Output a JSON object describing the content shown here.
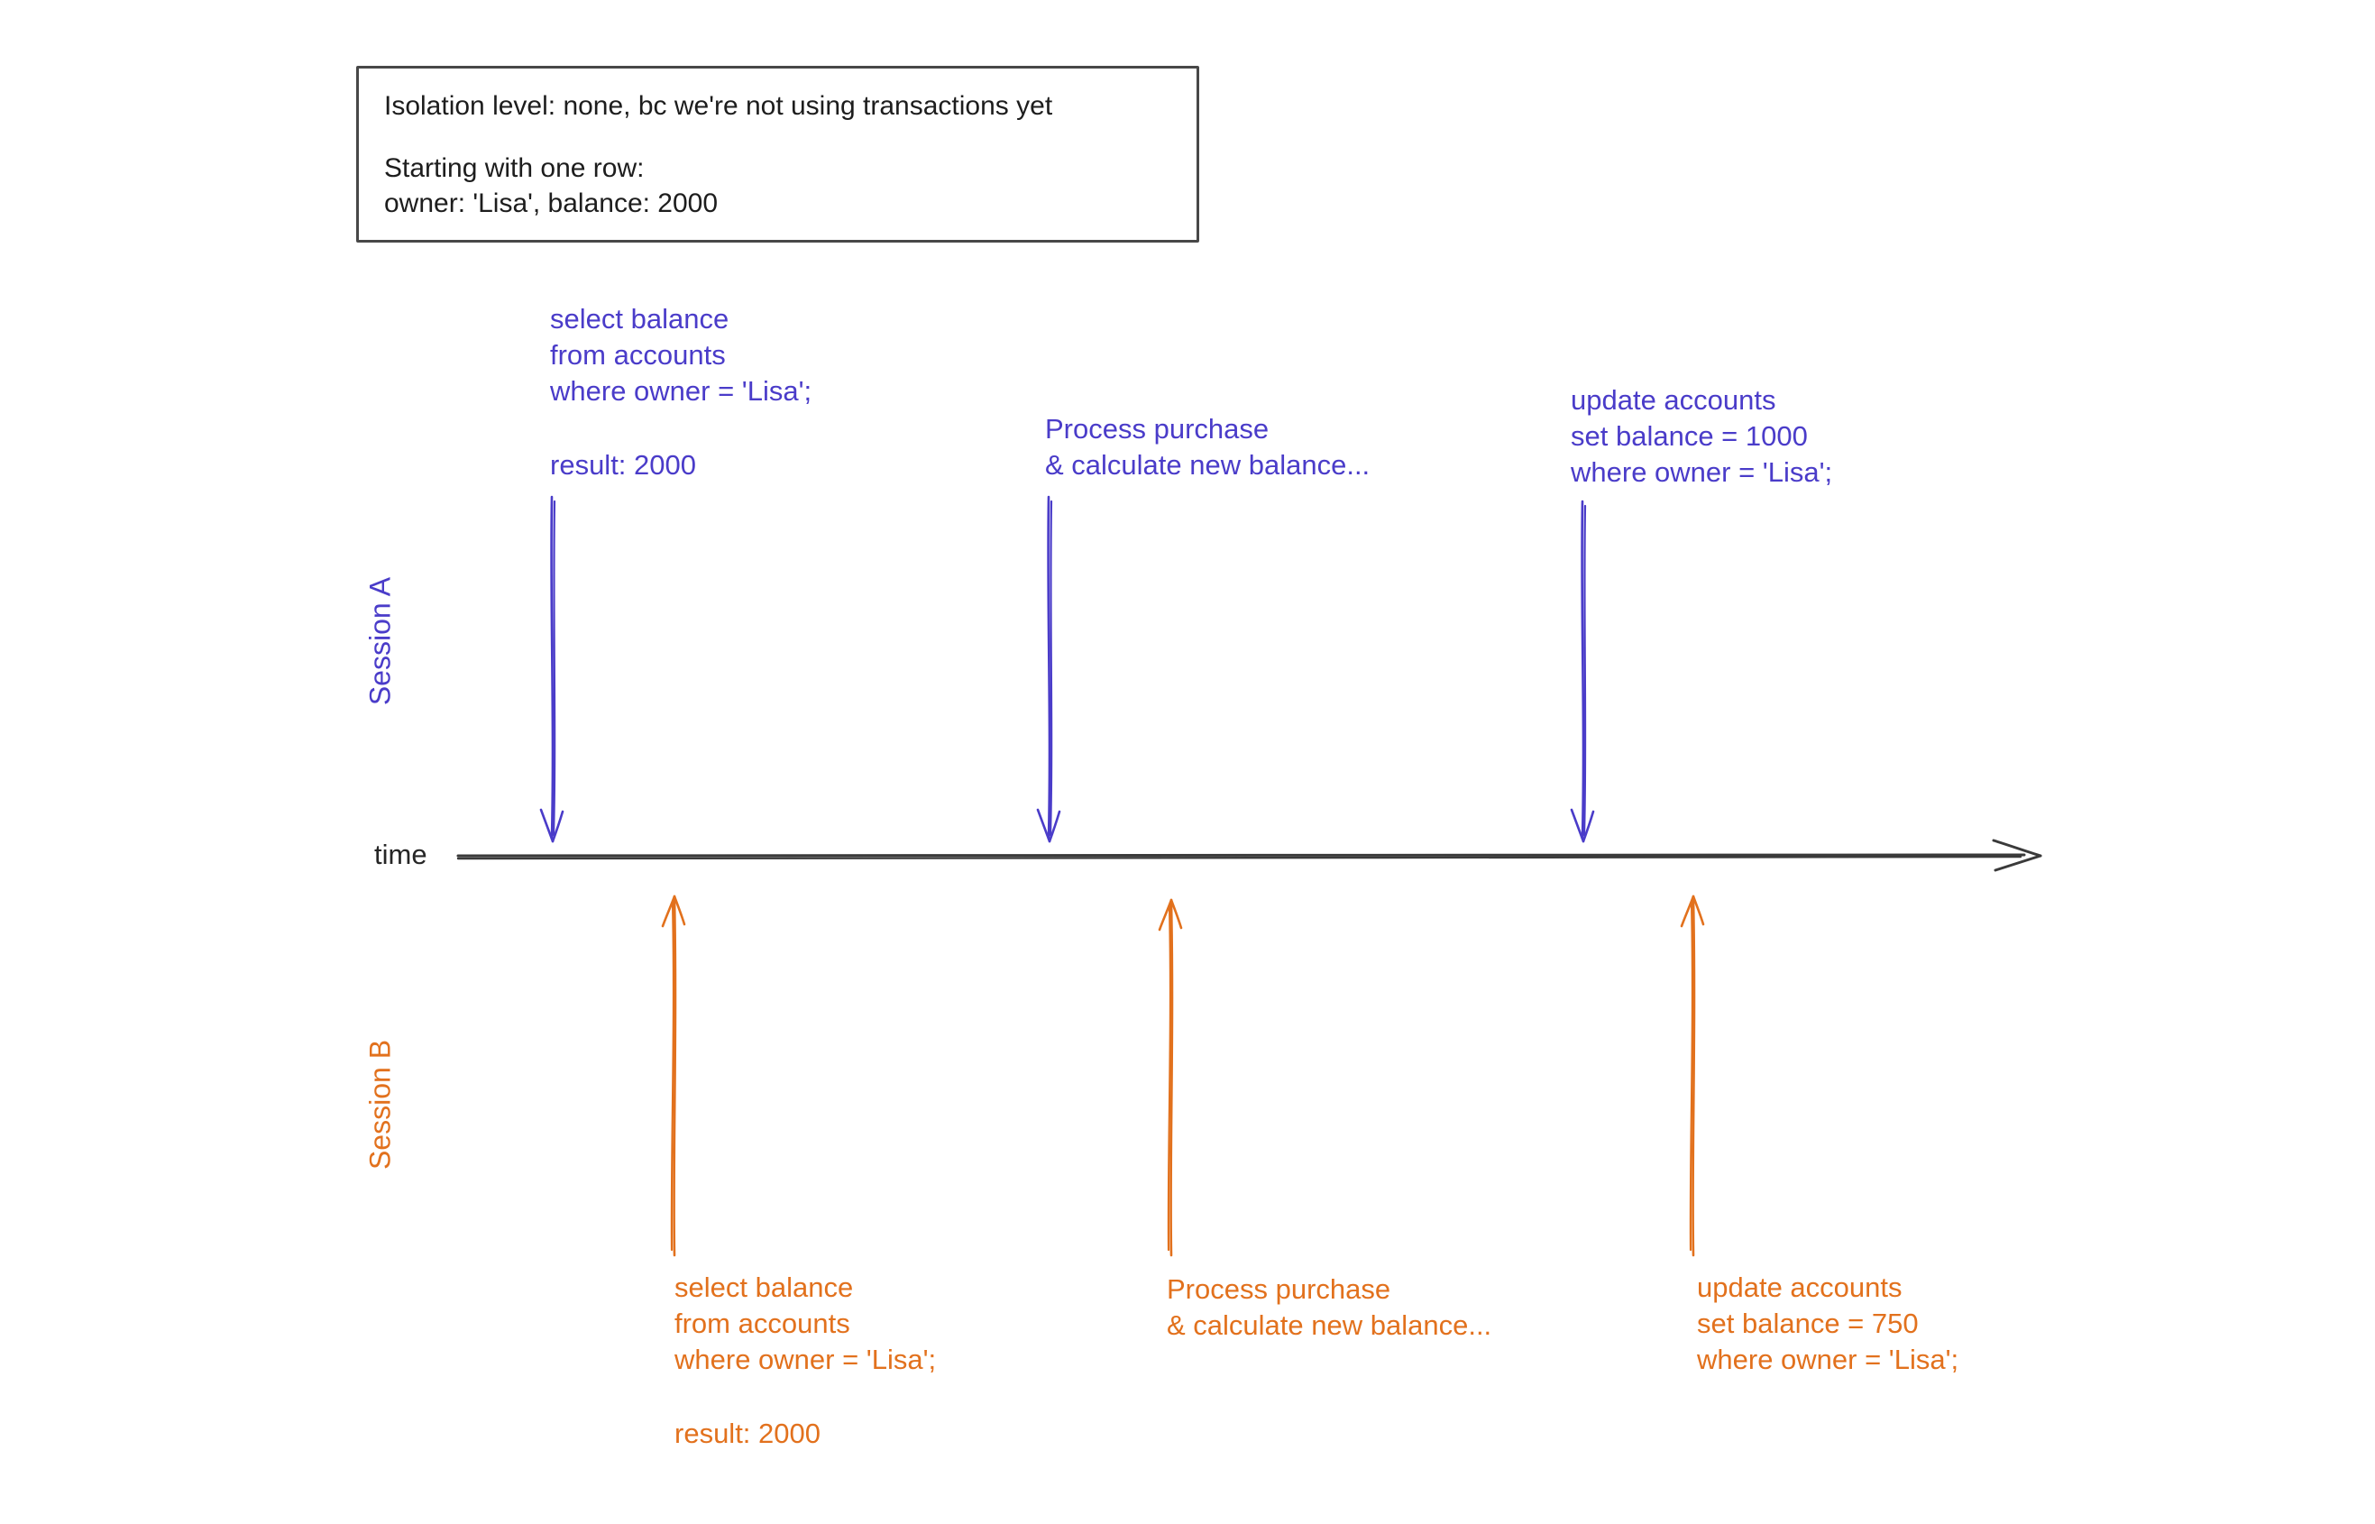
{
  "note_box": {
    "isolation": "Isolation level: none, bc we're not using transactions yet",
    "starting": "Starting with one row:",
    "row": "owner: 'Lisa', balance: 2000"
  },
  "timeline": {
    "label": "time"
  },
  "colors": {
    "session_a": "#4a3cc9",
    "session_b": "#e2711d",
    "timeline": "#3a3a3a"
  },
  "sessions": {
    "a": {
      "label": "Session A",
      "events": [
        {
          "lines": [
            "select balance",
            "from accounts",
            "where owner = 'Lisa';"
          ],
          "result": "result: 2000"
        },
        {
          "lines": [
            "Process purchase",
            "& calculate new balance..."
          ]
        },
        {
          "lines": [
            "update accounts",
            "set balance = 1000",
            "where owner = 'Lisa';"
          ]
        }
      ]
    },
    "b": {
      "label": "Session B",
      "events": [
        {
          "lines": [
            "select balance",
            "from accounts",
            "where owner = 'Lisa';"
          ],
          "result": "result: 2000"
        },
        {
          "lines": [
            "Process purchase",
            "& calculate new balance..."
          ]
        },
        {
          "lines": [
            "update accounts",
            "set balance = 750",
            "where owner = 'Lisa';"
          ]
        }
      ]
    }
  }
}
